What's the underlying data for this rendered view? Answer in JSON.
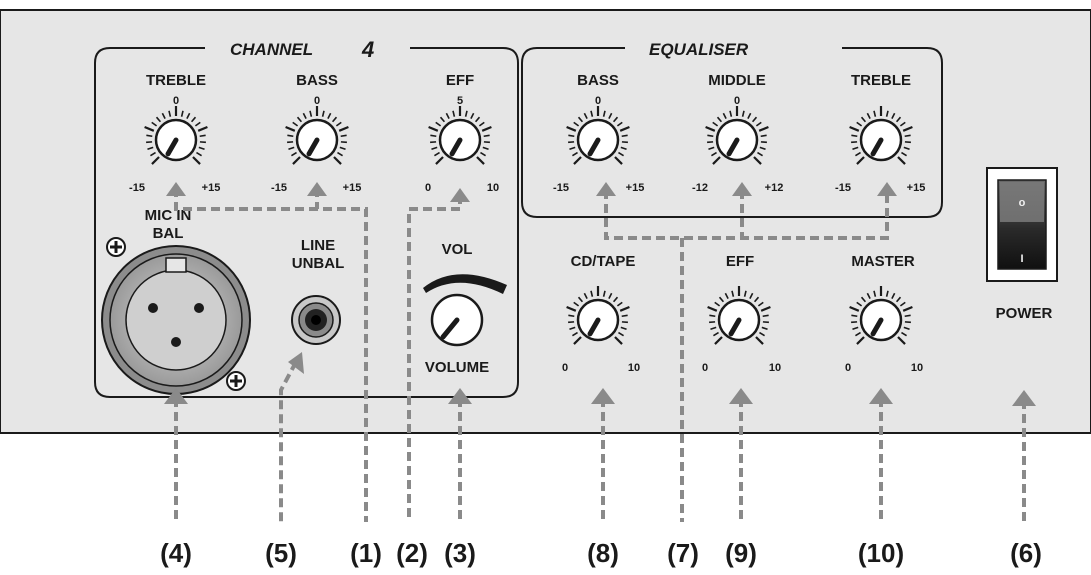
{
  "channel_section": {
    "title": "CHANNEL",
    "number": "4",
    "treble_label": "TREBLE",
    "bass_label": "BASS",
    "eff_label": "EFF",
    "treble_scale": {
      "min": "-15",
      "max": "+15",
      "center": "0"
    },
    "bass_scale": {
      "min": "-15",
      "max": "+15",
      "center": "0"
    },
    "eff_scale": {
      "min": "0",
      "max": "10",
      "center": "5"
    },
    "mic_label_line1": "MIC IN",
    "mic_label_line2": "BAL",
    "line_label_line1": "LINE",
    "line_label_line2": "UNBAL",
    "vol_label": "VOL",
    "volume_label": "VOLUME"
  },
  "equaliser_section": {
    "title": "EQUALISER",
    "bass_label": "BASS",
    "middle_label": "MIDDLE",
    "treble_label": "TREBLE",
    "bass_scale": {
      "min": "-15",
      "max": "+15",
      "center": "0"
    },
    "middle_scale": {
      "min": "-12",
      "max": "+12",
      "center": "0"
    },
    "treble_scale": {
      "min": "-15",
      "max": "+15"
    }
  },
  "master_section": {
    "cdtape_label": "CD/TAPE",
    "eff_label": "EFF",
    "master_label": "MASTER",
    "cdtape_scale": {
      "min": "0",
      "max": "10"
    },
    "eff_scale": {
      "min": "0",
      "max": "10"
    },
    "master_scale": {
      "min": "0",
      "max": "10"
    }
  },
  "power": {
    "label": "POWER",
    "on_symbol": "I",
    "off_symbol": "o"
  },
  "callouts": {
    "c4": "(4)",
    "c5": "(5)",
    "c1": "(1)",
    "c2": "(2)",
    "c3": "(3)",
    "c8": "(8)",
    "c7": "(7)",
    "c9": "(9)",
    "c10": "(10)",
    "c6": "(6)"
  },
  "colors": {
    "panel": "#e6e6e6",
    "ink": "#1a1a1a",
    "dash": "#8a8a8a"
  }
}
